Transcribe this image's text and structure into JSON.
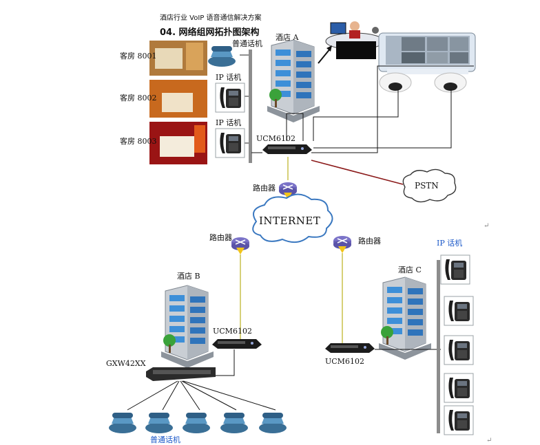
{
  "header": {
    "subtitle": "酒店行业 VoIP 语音通信解决方案",
    "title": "04. 网络组网拓扑图架构"
  },
  "rooms": [
    {
      "label": "客房 8001"
    },
    {
      "label": "客房 8002"
    },
    {
      "label": "客房 8003"
    }
  ],
  "hotel_a": {
    "name": "酒店 A",
    "analog_phone_label": "普通话机",
    "ip_phone_label_1": "IP 话机",
    "ip_phone_label_2": "IP 话机",
    "pbx_label": "UCM6102",
    "router_label": "路由器"
  },
  "internet": {
    "label": "INTERNET"
  },
  "pstn": {
    "label": "PSTN"
  },
  "hotel_b": {
    "name": "酒店 B",
    "router_label": "路由器",
    "pbx_label": "UCM6102",
    "gateway_label": "GXW42XX",
    "phones_label": "普通话机"
  },
  "hotel_c": {
    "name": "酒店 C",
    "router_label": "路由器",
    "pbx_label": "UCM6102",
    "phones_label": "IP 话机"
  },
  "marks": {
    "return_mark": "↵",
    "corner_mark": "↵"
  },
  "colors": {
    "building_blue": "#3d8fd8",
    "building_gray": "#c9ced4",
    "router_purple": "#7b73c8",
    "router_yellow": "#f2c419",
    "pstn_line": "#8b1a1a",
    "router_link": "#c8c04a",
    "label_blue": "#1a57c8"
  }
}
